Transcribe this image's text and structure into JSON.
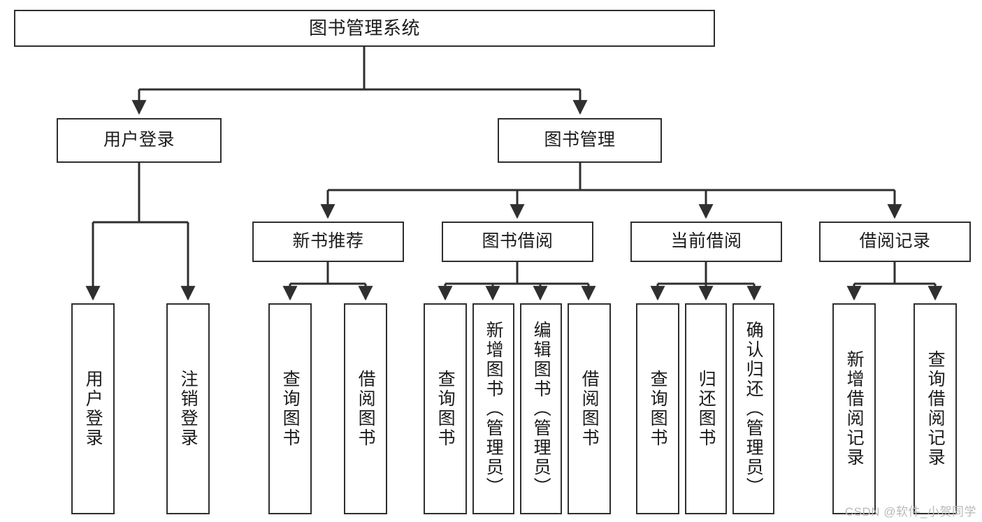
{
  "diagram": {
    "type": "tree-hierarchy-chart",
    "title": "图书管理系统",
    "orientation": "top-down",
    "line_color": "#2f2f2f",
    "box_fill": "#ffffff",
    "text_color": "#1b1b1b"
  },
  "nodes": {
    "root": {
      "label": "图书管理系统"
    },
    "level2": [
      {
        "label": "用户登录"
      },
      {
        "label": "图书管理"
      }
    ],
    "level3": [
      {
        "label": "新书推荐"
      },
      {
        "label": "图书借阅"
      },
      {
        "label": "当前借阅"
      },
      {
        "label": "借阅记录"
      }
    ],
    "leaves_user_login": [
      {
        "label": "用户登录"
      },
      {
        "label": "注销登录"
      }
    ],
    "leaves_new_book": [
      {
        "label": "查询图书"
      },
      {
        "label": "借阅图书"
      }
    ],
    "leaves_borrow": [
      {
        "label": "查询图书"
      },
      {
        "label": "新增图书（管理员）"
      },
      {
        "label": "编辑图书（管理员）"
      },
      {
        "label": "借阅图书"
      }
    ],
    "leaves_current": [
      {
        "label": "查询图书"
      },
      {
        "label": "归还图书"
      },
      {
        "label": "确认归还（管理员）"
      }
    ],
    "leaves_records": [
      {
        "label": "新增借阅记录"
      },
      {
        "label": "查询借阅记录"
      }
    ]
  },
  "watermark": {
    "text": "CSDN @软件_小贺同学"
  }
}
